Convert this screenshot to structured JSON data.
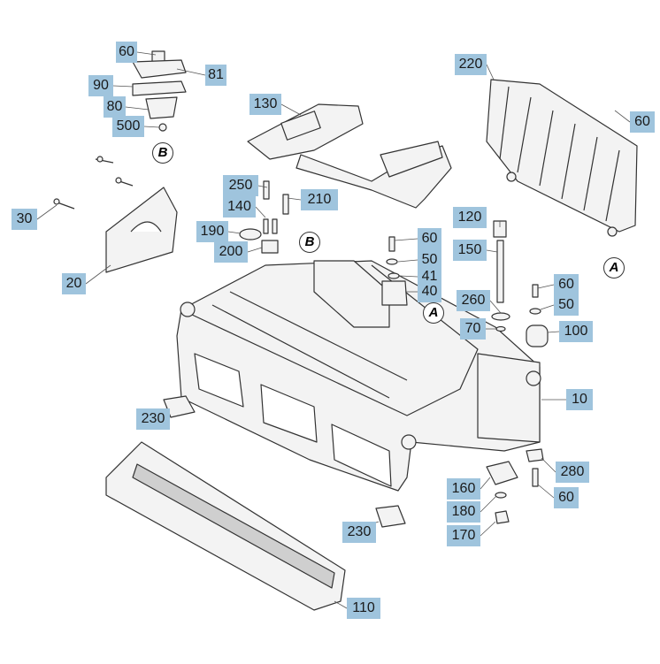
{
  "diagram": {
    "callouts": {
      "c60_top": "60",
      "c81": "81",
      "c90": "90",
      "c80": "80",
      "c500": "500",
      "c130": "130",
      "c220": "220",
      "c60_right": "60",
      "c250": "250",
      "c210": "210",
      "c140": "140",
      "c30": "30",
      "c190": "190",
      "c200": "200",
      "c20": "20",
      "c120": "120",
      "c60_mid": "60",
      "c50_mid": "50",
      "c41": "41",
      "c40": "40",
      "c150": "150",
      "c60_r2": "60",
      "c260": "260",
      "c50_r2": "50",
      "c70": "70",
      "c100": "100",
      "c10": "10",
      "c230_left": "230",
      "c280": "280",
      "c160": "160",
      "c60_bot": "60",
      "c180": "180",
      "c230_bot": "230",
      "c170": "170",
      "c110": "110"
    },
    "view_markers": {
      "b_top": "B",
      "b_mid": "B",
      "a_mid": "A",
      "a_right": "A"
    },
    "colors": {
      "callout_bg": "#9fc4dd",
      "line": "#333333",
      "part_fill": "#f2f2f2"
    }
  }
}
